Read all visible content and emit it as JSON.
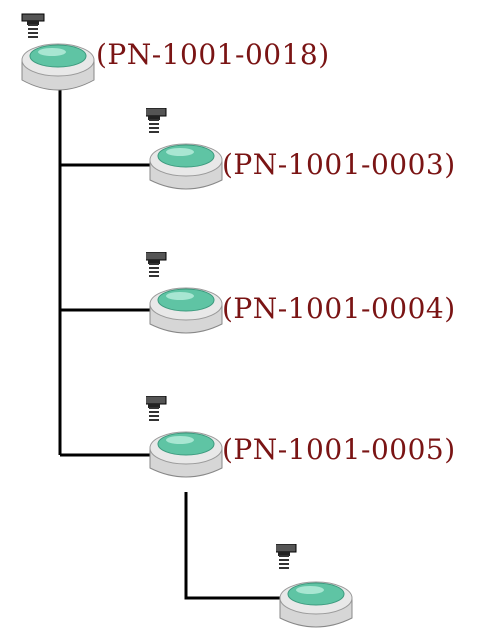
{
  "tree": {
    "root": {
      "label": "(PN-1001-0018)"
    },
    "children": [
      {
        "label": "(PN-1001-0003)"
      },
      {
        "label": "(PN-1001-0004)"
      },
      {
        "label": "(PN-1001-0005)",
        "children": [
          {
            "label": ""
          }
        ]
      }
    ]
  },
  "colors": {
    "label": "#7a1414",
    "connector": "#000000",
    "cap": "#5fc4a4",
    "base": "#cfcfcf"
  },
  "icons": {
    "part": "screw-part-icon"
  }
}
